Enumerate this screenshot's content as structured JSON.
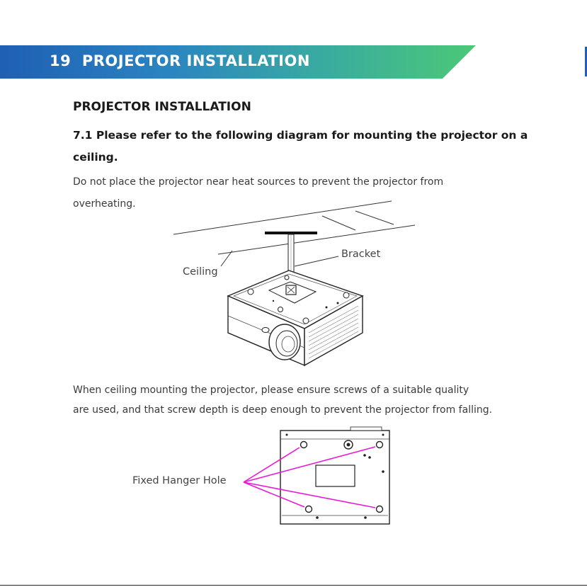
{
  "header": {
    "section_number": "19",
    "section_title": "PROJECTOR INSTALLATION"
  },
  "content": {
    "heading": "PROJECTOR INSTALLATION",
    "subheading": "7.1 Please refer to the following diagram for mounting the projector on a ceiling.",
    "intro_line1": "Do not place the projector near heat sources to prevent the projector from",
    "intro_line2": "overheating.",
    "warning_line1": "When ceiling mounting the projector, please ensure screws of a suitable quality",
    "warning_line2": "are used, and that screw depth is deep enough to prevent the projector from falling."
  },
  "diagram1": {
    "label_ceiling": "Ceiling",
    "label_bracket": "Bracket"
  },
  "diagram2": {
    "label_hanger": "Fixed Hanger Hole",
    "callout_color": "#e81ad8"
  }
}
